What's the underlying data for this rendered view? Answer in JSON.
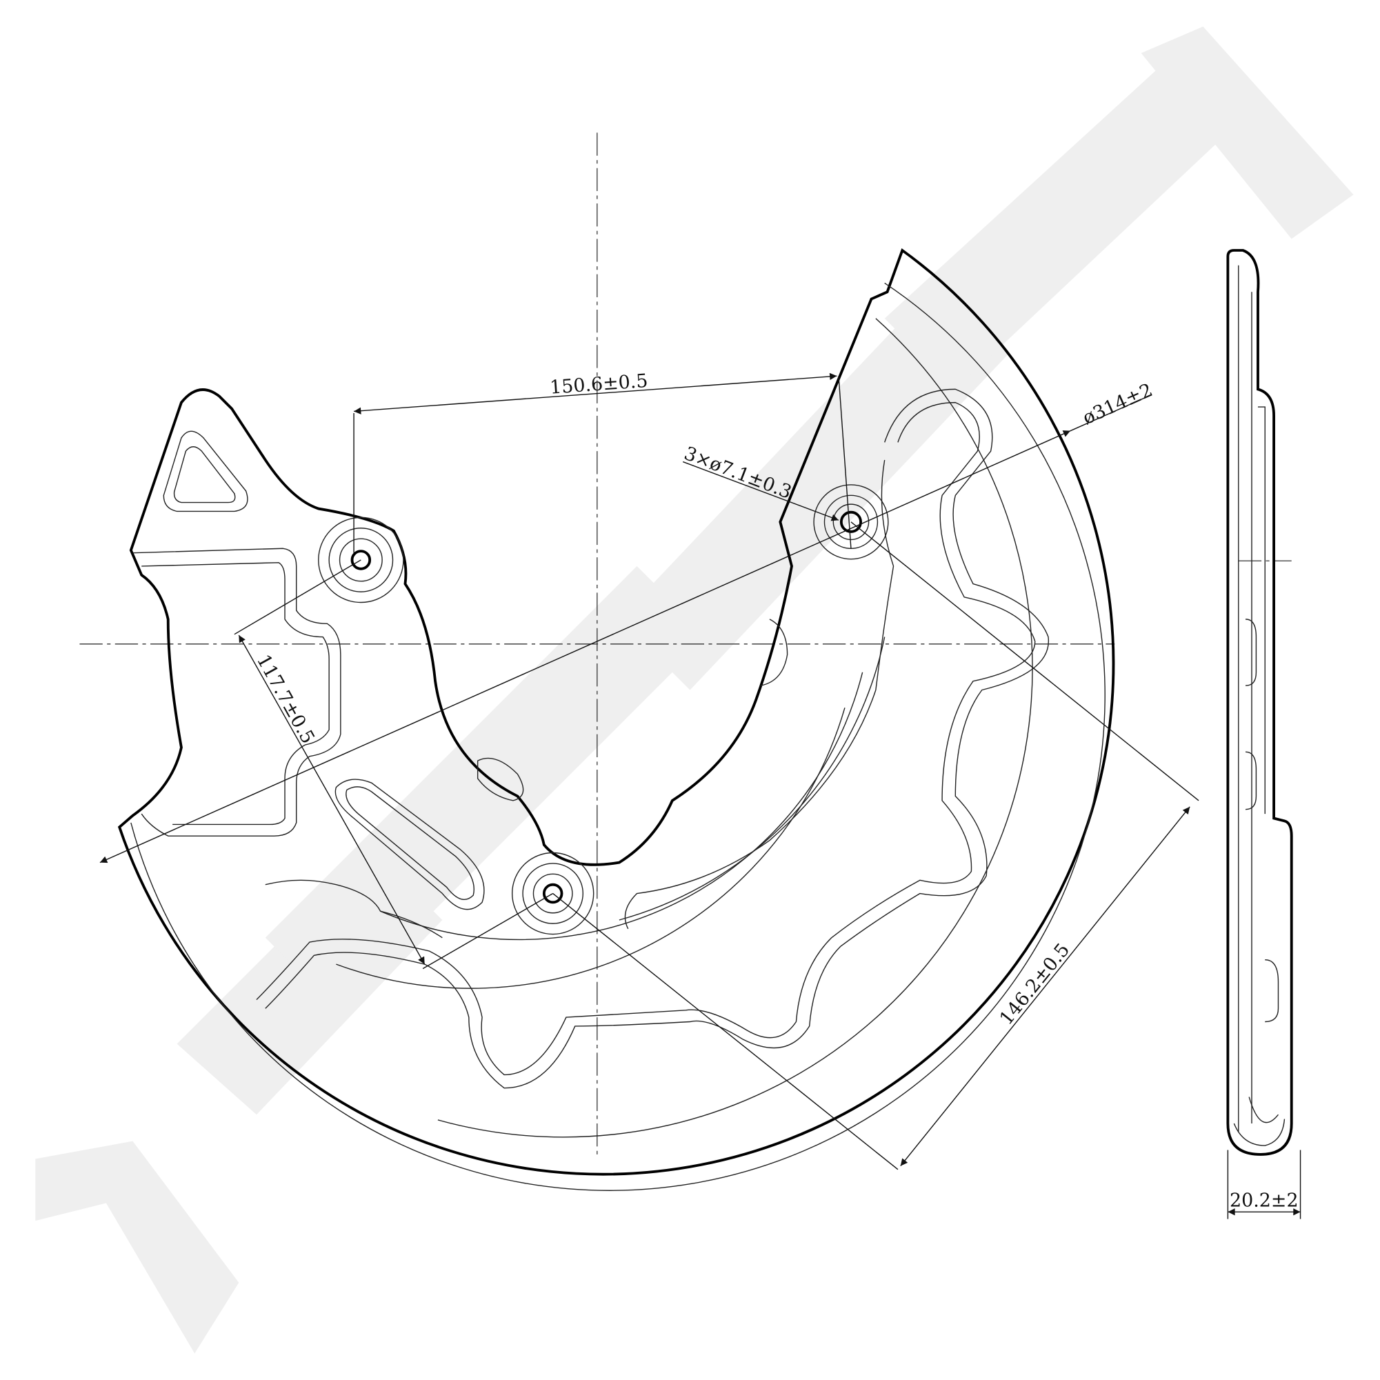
{
  "drawing": {
    "title": "Brake disc splash shield",
    "dimensions": {
      "hole_spacing_top": "150.6±0.5",
      "hole_diameter": "3×ø7.1±0.3",
      "outer_diameter": "ø314±2",
      "hole_spacing_left": "117.7±0.5",
      "hole_spacing_right": "146.2±0.5",
      "thickness": "20.2±2"
    },
    "colors": {
      "line": "#000000",
      "watermark": "#efefef",
      "background": "#ffffff"
    }
  }
}
